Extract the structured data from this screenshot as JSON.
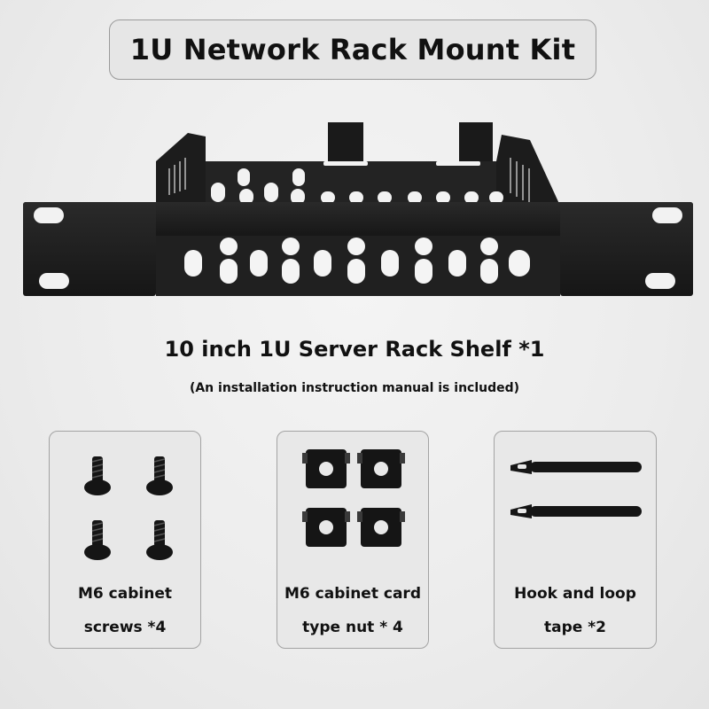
{
  "header": {
    "title": "1U Network Rack Mount Kit"
  },
  "product": {
    "name": "10 inch 1U Server Rack Shelf *1",
    "note": "(An installation instruction manual is included)"
  },
  "accessories": [
    {
      "line1": "M6 cabinet",
      "line2": "screws *4",
      "icon": "screw-icon"
    },
    {
      "line1": "M6 cabinet card",
      "line2": "type nut * 4",
      "icon": "cage-nut-icon"
    },
    {
      "line1": "Hook and loop",
      "line2": "tape *2",
      "icon": "strap-icon"
    }
  ],
  "colors": {
    "metal": "#1e1e1e",
    "background": "#eeeeee",
    "card": "#e8e8e8"
  }
}
